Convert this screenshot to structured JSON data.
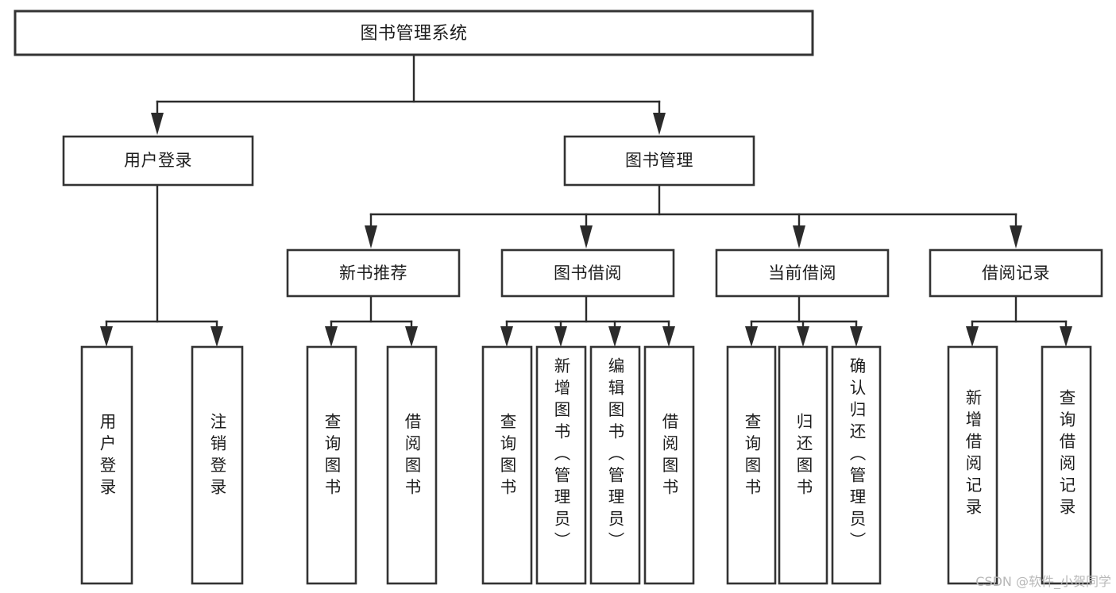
{
  "diagram": {
    "type": "tree-hierarchy",
    "title": "图书管理系统",
    "watermark": "CSDN @软件_小贺同学",
    "colors": {
      "box_stroke": "#333333",
      "box_fill": "#ffffff",
      "connector": "#2b2b2b",
      "text": "#1d1d1d",
      "background": "#ffffff",
      "watermark": "#b9b9b9"
    },
    "levels": {
      "root": {
        "label": "图书管理系统"
      },
      "level2": [
        {
          "label": "用户登录"
        },
        {
          "label": "图书管理"
        }
      ],
      "level3": [
        {
          "label": "新书推荐"
        },
        {
          "label": "图书借阅"
        },
        {
          "label": "当前借阅"
        },
        {
          "label": "借阅记录"
        }
      ],
      "leaves": {
        "user_login": [
          {
            "label": "用户登录"
          },
          {
            "label": "注销登录"
          }
        ],
        "new_book_recommend": [
          {
            "label": "查询图书"
          },
          {
            "label": "借阅图书"
          }
        ],
        "book_borrow": [
          {
            "label": "查询图书"
          },
          {
            "label": "新增图书（管理员）"
          },
          {
            "label": "编辑图书（管理员）"
          },
          {
            "label": "借阅图书"
          }
        ],
        "current_borrow": [
          {
            "label": "查询图书"
          },
          {
            "label": "归还图书"
          },
          {
            "label": "确认归还（管理员）"
          }
        ],
        "borrow_record": [
          {
            "label": "新增借阅记录"
          },
          {
            "label": "查询借阅记录"
          }
        ]
      }
    }
  }
}
